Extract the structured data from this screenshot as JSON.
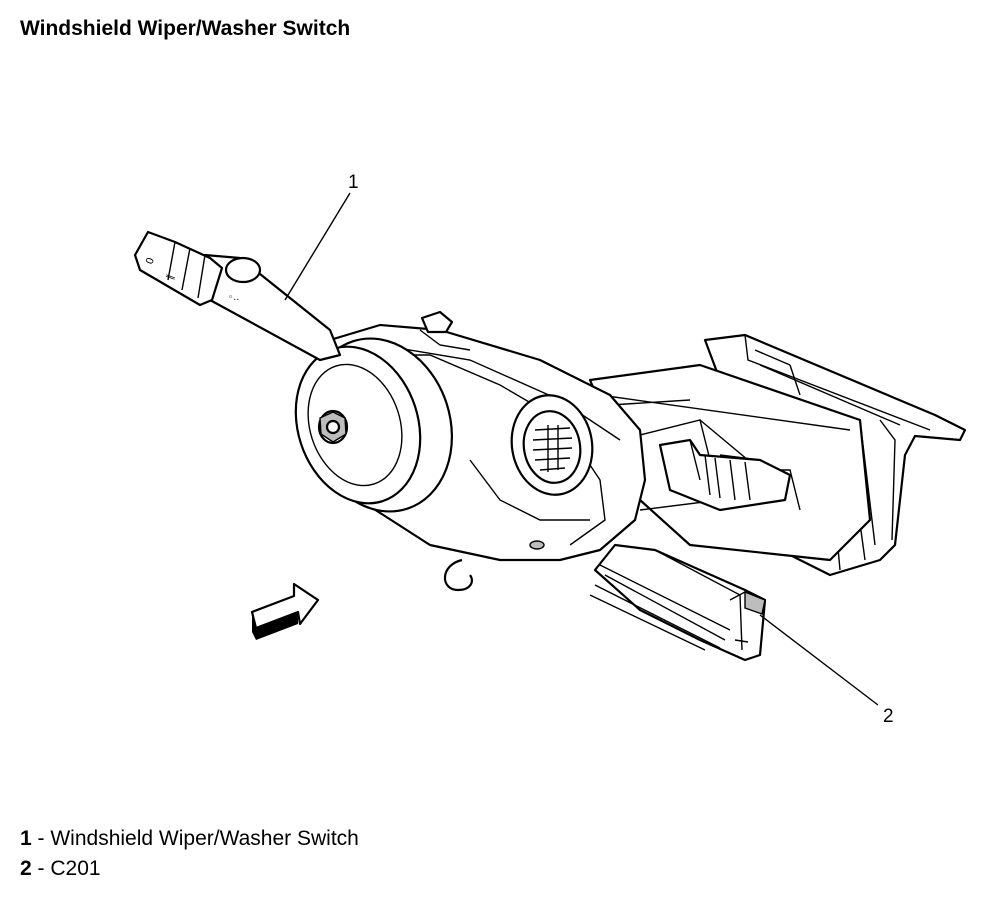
{
  "title": "Windshield Wiper/Washer Switch",
  "callouts": [
    "1",
    "2"
  ],
  "legend": [
    {
      "num": "1",
      "text": " - Windshield Wiper/Washer Switch"
    },
    {
      "num": "2",
      "text": " - C201"
    }
  ]
}
